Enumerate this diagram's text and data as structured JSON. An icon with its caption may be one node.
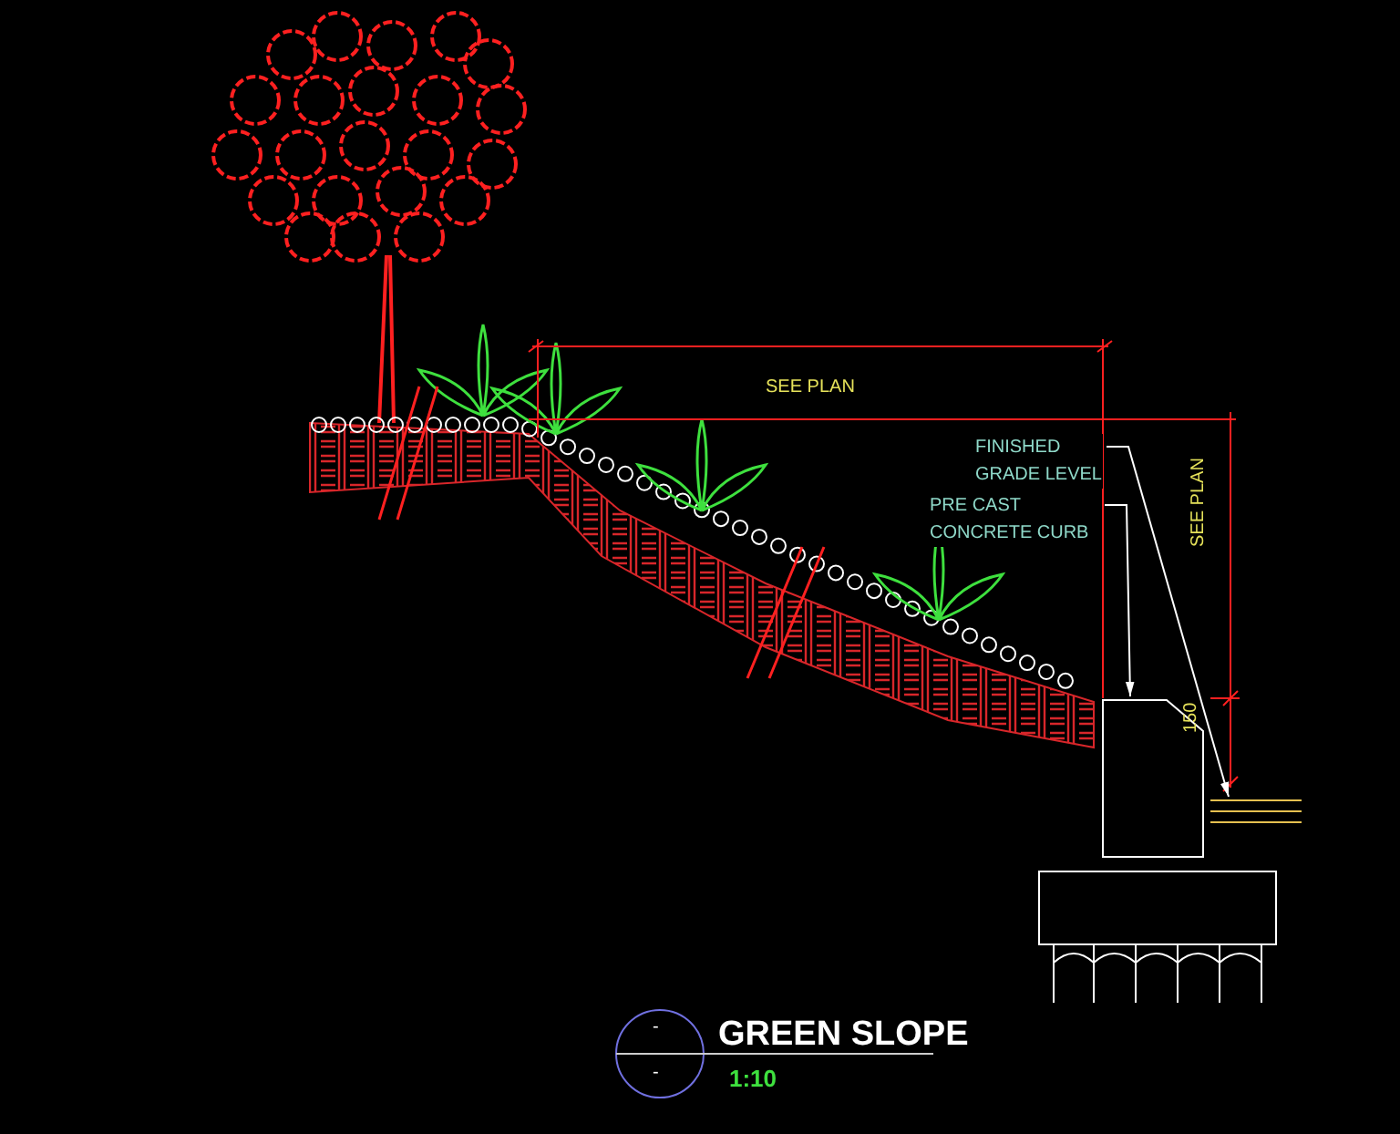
{
  "diagram": {
    "title": "GREEN SLOPE",
    "nodes": [
      {
        "text": [
          "FINISHED GRADE LEVEL"
        ]
      },
      {
        "text": [],
        "shape": "bar"
      },
      {
        "text": [
          "PRE CAST CONCRETE CURB"
        ]
      },
      {
        "text": [],
        "shape": "box"
      }
    ],
    "edges": [
      {
        "from": 0,
        "to": 1,
        "arrow": "to"
      },
      {
        "from": 2,
        "to": 3,
        "arrow": "to"
      }
    ],
    "labels": [
      "SEE PLAN",
      "SEE PLAN",
      "150",
      "-",
      "-",
      "1:10"
    ]
  }
}
